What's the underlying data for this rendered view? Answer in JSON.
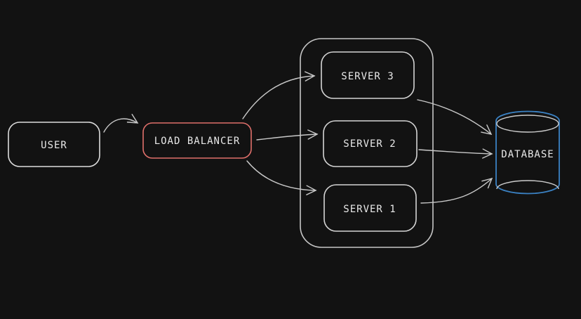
{
  "diagram": {
    "description": "Load balancer architecture diagram",
    "canvas_background": "#121212",
    "default_stroke": "#cfcfcf",
    "nodes": {
      "user": {
        "label": "USER",
        "shape": "rounded-rect",
        "stroke": "#dcdcdc",
        "text_color": "#e9e9e9"
      },
      "load_balancer": {
        "label": "LOAD BALANCER",
        "shape": "rounded-rect",
        "accent": "#e0706b"
      },
      "server_group": {
        "label": "",
        "shape": "rounded-rect-container",
        "stroke": "#c6c6c6"
      },
      "server_3": {
        "label": "SERVER 3",
        "shape": "rounded-rect",
        "stroke": "#d4d4d4",
        "text_color": "#e9e9e9"
      },
      "server_2": {
        "label": "SERVER 2",
        "shape": "rounded-rect",
        "stroke": "#d4d4d4",
        "text_color": "#e9e9e9"
      },
      "server_1": {
        "label": "SERVER 1",
        "shape": "rounded-rect",
        "stroke": "#d4d4d4",
        "text_color": "#e9e9e9"
      },
      "database": {
        "label": "DATABASE",
        "shape": "cylinder",
        "accent": "#3b82c4",
        "lid_stroke": "#cccccc"
      }
    },
    "edges": [
      {
        "from": "user",
        "to": "load_balancer"
      },
      {
        "from": "load_balancer",
        "to": "server_3"
      },
      {
        "from": "load_balancer",
        "to": "server_2"
      },
      {
        "from": "load_balancer",
        "to": "server_1"
      },
      {
        "from": "server_3",
        "to": "database"
      },
      {
        "from": "server_2",
        "to": "database"
      },
      {
        "from": "server_1",
        "to": "database"
      }
    ],
    "edge_color": "#c9c9c9"
  }
}
